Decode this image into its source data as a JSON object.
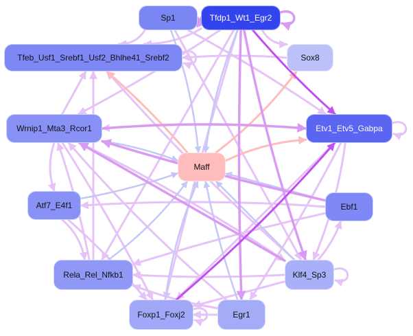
{
  "graph": {
    "title": "Transcription factor regulatory network",
    "edge_colors": {
      "default": "#e6c3f7",
      "medium": "#d99af2",
      "strong": "#c050f0",
      "to_maff": "#c4c8f5",
      "from_maff": "#ffbcbc"
    },
    "nodes": [
      {
        "id": "sp1",
        "label": "Sp1",
        "color": "#7b86f5",
        "text": "dark"
      },
      {
        "id": "tfdp1",
        "label": "Tfdp1_Wt1_Egr2",
        "color": "#3344ee",
        "text": "light"
      },
      {
        "id": "tfeb",
        "label": "Tfeb_Usf1_Srebf1_Usf2_Bhlhe41_Srebf2",
        "color": "#7e88f5",
        "text": "dark"
      },
      {
        "id": "sox8",
        "label": "Sox8",
        "color": "#bcc1fa",
        "text": "dark"
      },
      {
        "id": "wrnip1",
        "label": "Wrnip1_Mta3_Rcor1",
        "color": "#8891f5",
        "text": "dark"
      },
      {
        "id": "etv1",
        "label": "Etv1_Etv5_Gabpa",
        "color": "#5a65f2",
        "text": "light"
      },
      {
        "id": "maff",
        "label": "Maff",
        "color": "#ffbcbc",
        "text": "dark"
      },
      {
        "id": "atf7",
        "label": "Atf7_E4f1",
        "color": "#8891f5",
        "text": "dark"
      },
      {
        "id": "ebf1",
        "label": "Ebf1",
        "color": "#7e88f6",
        "text": "dark"
      },
      {
        "id": "rela",
        "label": "Rela_Rel_Nfkb1",
        "color": "#8f98f5",
        "text": "dark"
      },
      {
        "id": "klf4",
        "label": "Klf4_Sp3",
        "color": "#aab0f8",
        "text": "dark"
      },
      {
        "id": "foxp1",
        "label": "Foxp1_Foxj2",
        "color": "#a0a8f7",
        "text": "dark"
      },
      {
        "id": "egr1",
        "label": "Egr1",
        "color": "#a4abf7",
        "text": "dark"
      }
    ],
    "edges": [
      {
        "from": "tfdp1",
        "to": "sp1",
        "weight": "medium"
      },
      {
        "from": "tfdp1",
        "to": "tfdp1",
        "weight": "medium"
      },
      {
        "from": "tfdp1",
        "to": "etv1",
        "weight": "strong"
      },
      {
        "from": "tfdp1",
        "to": "tfeb",
        "weight": "default"
      },
      {
        "from": "tfdp1",
        "to": "wrnip1",
        "weight": "default"
      },
      {
        "from": "tfdp1",
        "to": "maff",
        "weight": "to_maff"
      },
      {
        "from": "tfdp1",
        "to": "egr1",
        "weight": "medium"
      },
      {
        "from": "tfdp1",
        "to": "klf4",
        "weight": "medium"
      },
      {
        "from": "tfdp1",
        "to": "rela",
        "weight": "default"
      },
      {
        "from": "tfdp1",
        "to": "foxp1",
        "weight": "default"
      },
      {
        "from": "tfdp1",
        "to": "sox8",
        "weight": "default"
      },
      {
        "from": "sp1",
        "to": "maff",
        "weight": "to_maff"
      },
      {
        "from": "sp1",
        "to": "tfeb",
        "weight": "default"
      },
      {
        "from": "sp1",
        "to": "etv1",
        "weight": "default"
      },
      {
        "from": "sp1",
        "to": "klf4",
        "weight": "default"
      },
      {
        "from": "tfeb",
        "to": "tfeb",
        "weight": "default"
      },
      {
        "from": "maff",
        "to": "tfeb",
        "weight": "from_maff"
      },
      {
        "from": "maff",
        "to": "sox8",
        "weight": "from_maff"
      },
      {
        "from": "maff",
        "to": "etv1",
        "weight": "from_maff"
      },
      {
        "from": "wrnip1",
        "to": "maff",
        "weight": "to_maff"
      },
      {
        "from": "wrnip1",
        "to": "etv1",
        "weight": "medium"
      },
      {
        "from": "wrnip1",
        "to": "atf7",
        "weight": "default"
      },
      {
        "from": "wrnip1",
        "to": "klf4",
        "weight": "default"
      },
      {
        "from": "wrnip1",
        "to": "foxp1",
        "weight": "default"
      },
      {
        "from": "wrnip1",
        "to": "tfeb",
        "weight": "default"
      },
      {
        "from": "ebf1",
        "to": "wrnip1",
        "weight": "medium"
      },
      {
        "from": "ebf1",
        "to": "maff",
        "weight": "to_maff"
      },
      {
        "from": "ebf1",
        "to": "rela",
        "weight": "default"
      },
      {
        "from": "ebf1",
        "to": "atf7",
        "weight": "default"
      },
      {
        "from": "atf7",
        "to": "maff",
        "weight": "to_maff"
      },
      {
        "from": "atf7",
        "to": "rela",
        "weight": "default"
      },
      {
        "from": "atf7",
        "to": "foxp1",
        "weight": "default"
      },
      {
        "from": "rela",
        "to": "maff",
        "weight": "to_maff"
      },
      {
        "from": "rela",
        "to": "tfeb",
        "weight": "default"
      },
      {
        "from": "rela",
        "to": "wrnip1",
        "weight": "default"
      },
      {
        "from": "foxp1",
        "to": "maff",
        "weight": "to_maff"
      },
      {
        "from": "foxp1",
        "to": "etv1",
        "weight": "strong"
      },
      {
        "from": "foxp1",
        "to": "foxp1",
        "weight": "default"
      },
      {
        "from": "egr1",
        "to": "maff",
        "weight": "to_maff"
      },
      {
        "from": "egr1",
        "to": "wrnip1",
        "weight": "default"
      },
      {
        "from": "egr1",
        "to": "rela",
        "weight": "default"
      },
      {
        "from": "egr1",
        "to": "foxp1",
        "weight": "default"
      },
      {
        "from": "klf4",
        "to": "maff",
        "weight": "to_maff"
      },
      {
        "from": "klf4",
        "to": "ebf1",
        "weight": "default"
      },
      {
        "from": "klf4",
        "to": "klf4",
        "weight": "default"
      },
      {
        "from": "klf4",
        "to": "wrnip1",
        "weight": "medium"
      },
      {
        "from": "klf4",
        "to": "tfeb",
        "weight": "default"
      },
      {
        "from": "klf4",
        "to": "rela",
        "weight": "default"
      },
      {
        "from": "klf4",
        "to": "foxp1",
        "weight": "default"
      },
      {
        "from": "etv1",
        "to": "etv1",
        "weight": "default"
      },
      {
        "from": "etv1",
        "to": "wrnip1",
        "weight": "default"
      },
      {
        "from": "etv1",
        "to": "klf4",
        "weight": "default"
      },
      {
        "from": "etv1",
        "to": "egr1",
        "weight": "default"
      },
      {
        "from": "etv1",
        "to": "foxp1",
        "weight": "default"
      },
      {
        "from": "sox8",
        "to": "tfeb",
        "weight": "default"
      }
    ]
  }
}
